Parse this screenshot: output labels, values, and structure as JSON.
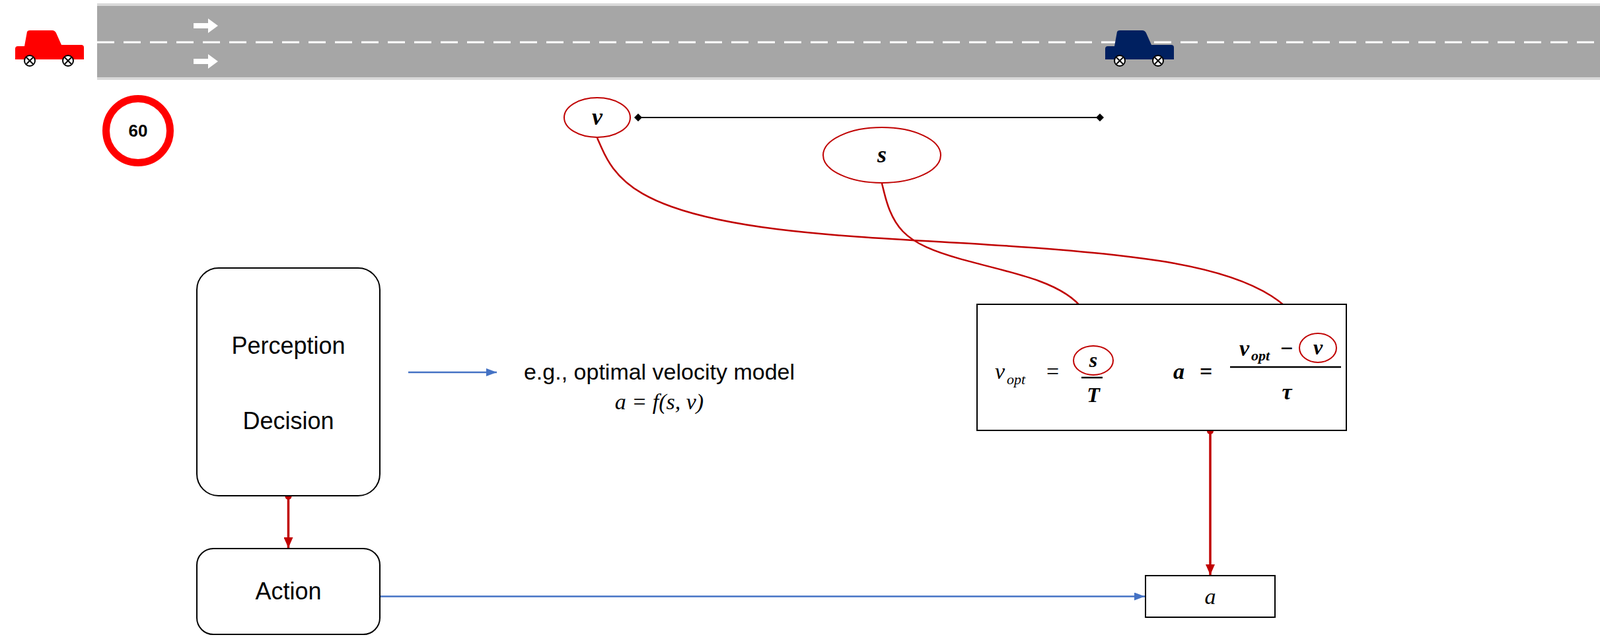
{
  "diagram": {
    "nodes": [
      {
        "text": [
          "60"
        ]
      },
      {
        "text": [
          "v"
        ]
      },
      {
        "text": [
          "s"
        ]
      },
      {
        "text": [
          "Perception",
          "Decision"
        ]
      },
      {
        "text": [
          "v",
          "opt",
          "=",
          "T",
          "a",
          "=",
          "v",
          "opt",
          "−",
          "τ"
        ]
      },
      {
        "text": [
          "s"
        ],
        "in": 4
      },
      {
        "text": [
          "v"
        ],
        "in": 4
      },
      {
        "text": [
          "Action"
        ]
      },
      {
        "text": [
          "a"
        ]
      }
    ],
    "edges": [
      {
        "from": 1,
        "to": 6,
        "arrow": "to"
      },
      {
        "from": 2,
        "to": 5,
        "arrow": "to"
      },
      {
        "from": 3,
        "to": 7,
        "arrow": "to"
      },
      {
        "from": 4,
        "to": 8,
        "arrow": "to"
      },
      {
        "from": 7,
        "to": 8,
        "arrow": "to"
      }
    ],
    "labels": [
      "e.g., optimal velocity model",
      "a = f(s, v)"
    ]
  }
}
